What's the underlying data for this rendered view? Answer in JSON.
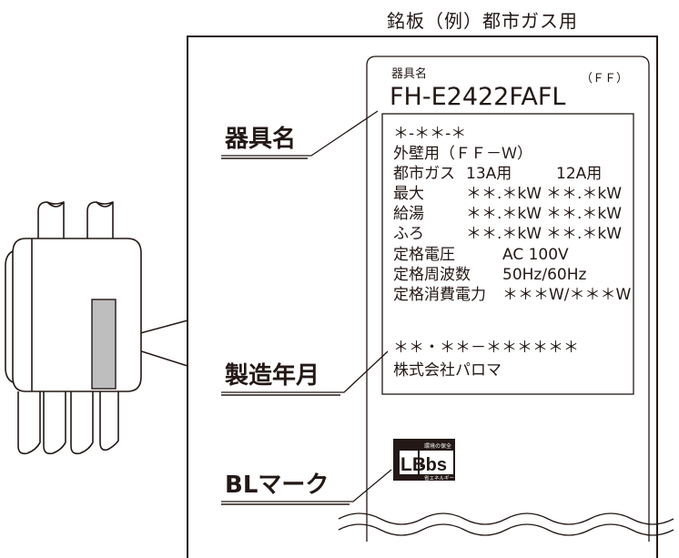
{
  "caption": "銘板（例）都市ガス用",
  "callouts": {
    "appliance_name": "器具名",
    "manufacture_date": "製造年月",
    "bl_mark": "BLマーク"
  },
  "plate": {
    "name_label": "器具名",
    "type_code": "（ＦＦ）",
    "model": "FH-E2422FAFL",
    "specs": [
      {
        "label": "＊-＊＊-＊",
        "v1": "",
        "v2": ""
      },
      {
        "label": "外壁用（ＦＦ－Ｗ）",
        "v1": "",
        "v2": ""
      },
      {
        "label": "都市ガス",
        "v1": "13A用",
        "v2": "12A用"
      },
      {
        "label": "最大",
        "v1": "＊＊.＊kW",
        "v2": "＊＊.＊kW"
      },
      {
        "label": "給湯",
        "v1": "＊＊.＊kW",
        "v2": "＊＊.＊kW"
      },
      {
        "label": "ふろ",
        "v1": "＊＊.＊kW",
        "v2": "＊＊.＊kW"
      },
      {
        "label": "定格電圧",
        "v1": "AC 100V",
        "v2": ""
      },
      {
        "label": "定格周波数",
        "v1": "50Hz/60Hz",
        "v2": ""
      },
      {
        "label": "定格消費電力",
        "v1": "＊＊＊W/＊＊＊W",
        "v2": ""
      }
    ],
    "serial": "＊＊・＊＊－＊＊＊＊＊＊",
    "maker": "株式会社パロマ"
  },
  "bl_logo": {
    "top_text": "環境の保全",
    "mark": "-bs",
    "bottom_text": "省エネルギー"
  }
}
